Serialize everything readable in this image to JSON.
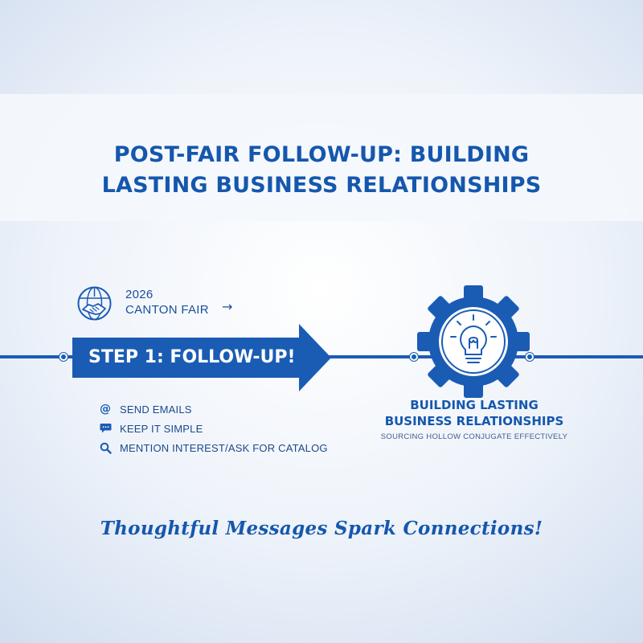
{
  "title": {
    "line1": "POST-FAIR FOLLOW-UP: BUILDING",
    "line2": "LASTING BUSINESS RELATIONSHIPS"
  },
  "fair": {
    "year": "2026",
    "name": "CANTON FAIR",
    "arrow": "→",
    "logo_icon": "globe-handshake-icon"
  },
  "step": {
    "label": "STEP 1: FOLLOW-UP!"
  },
  "bullets": [
    {
      "icon": "at-sign-icon",
      "glyph": "@",
      "text": "SEND EMAILS"
    },
    {
      "icon": "chat-bubble-icon",
      "text": "KEEP IT SIMPLE"
    },
    {
      "icon": "search-icon",
      "text": "MENTION INTEREST/ASK FOR CATALOG"
    }
  ],
  "result": {
    "icon": "gear-lightbulb-icon",
    "title_line1": "BUILDING LASTING",
    "title_line2": "BUSINESS RELATIONSHIPS",
    "subtitle": "SOURCING HOLLOW CONJUGATE EFFECTIVELY"
  },
  "tagline": "Thoughtful Messages Spark Connections!",
  "colors": {
    "primary": "#1a5cb4",
    "text_dark_blue": "#1b4a8c",
    "background": "#eef3fa"
  }
}
